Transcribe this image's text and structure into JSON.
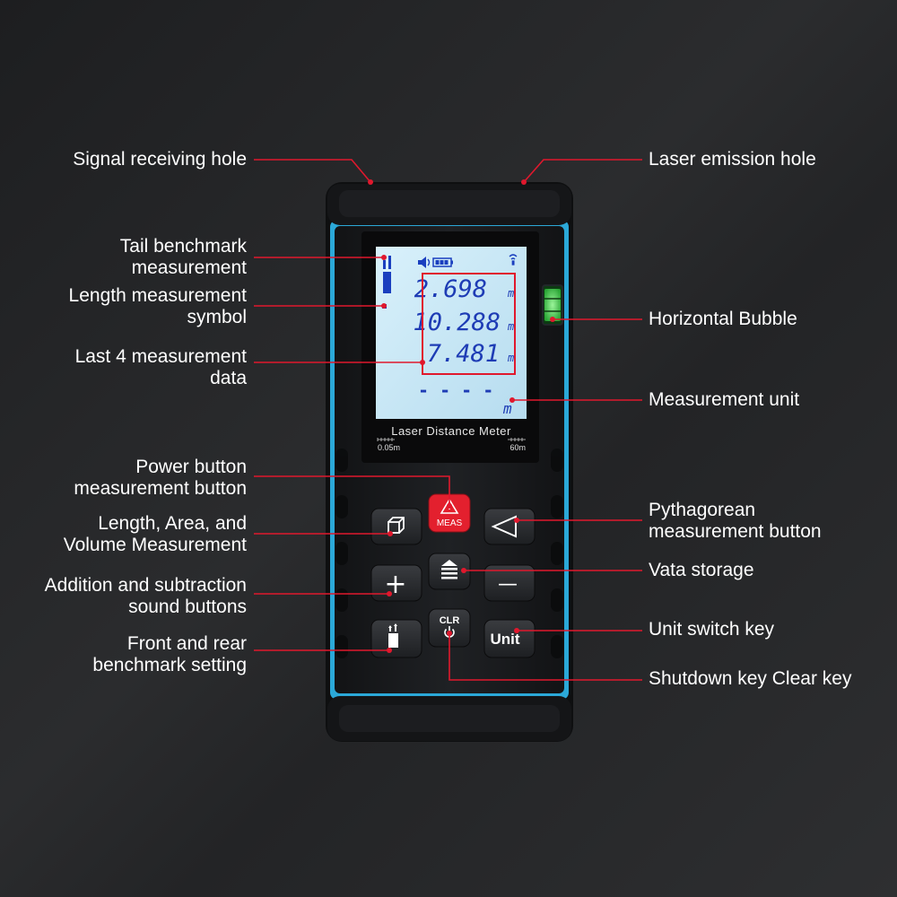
{
  "callouts": {
    "signal_receiving_hole": "Signal receiving hole",
    "laser_emission_hole": "Laser emission hole",
    "tail_benchmark": "Tail benchmark\nmeasurement",
    "length_symbol": "Length measurement\nsymbol",
    "last_4_data": "Last 4 measurement\ndata",
    "horizontal_bubble": "Horizontal Bubble",
    "measurement_unit": "Measurement unit",
    "power_button": "Power button\nmeasurement button",
    "length_area_volume": "Length, Area, and\nVolume Measurement",
    "pythagorean": "Pythagorean\nmeasurement button",
    "vata_storage": "Vata storage",
    "add_subtract": "Addition and subtraction\nsound buttons",
    "unit_switch": "Unit switch key",
    "front_rear": "Front and rear\nbenchmark setting",
    "shutdown_clear": "Shutdown key Clear key"
  },
  "display": {
    "reading_1": "2.698",
    "reading_2": "10.288",
    "reading_3": "7.481",
    "reading_4": "- - - -",
    "unit_1": "m",
    "unit_2": "m",
    "unit_3": "m",
    "unit_main": "m"
  },
  "device": {
    "name": "Laser Distance Meter",
    "range_min": "0.05m",
    "range_max": "60m"
  },
  "buttons": {
    "meas_label": "MEAS",
    "clr_label": "CLR",
    "unit_label": "Unit",
    "plus_symbol": "+",
    "minus_symbol": "—"
  },
  "colors": {
    "accent_blue": "#2ba8d8",
    "callout_red": "#e0182d",
    "lcd_background": "#c9e8f6",
    "meas_button": "#e3202e"
  }
}
